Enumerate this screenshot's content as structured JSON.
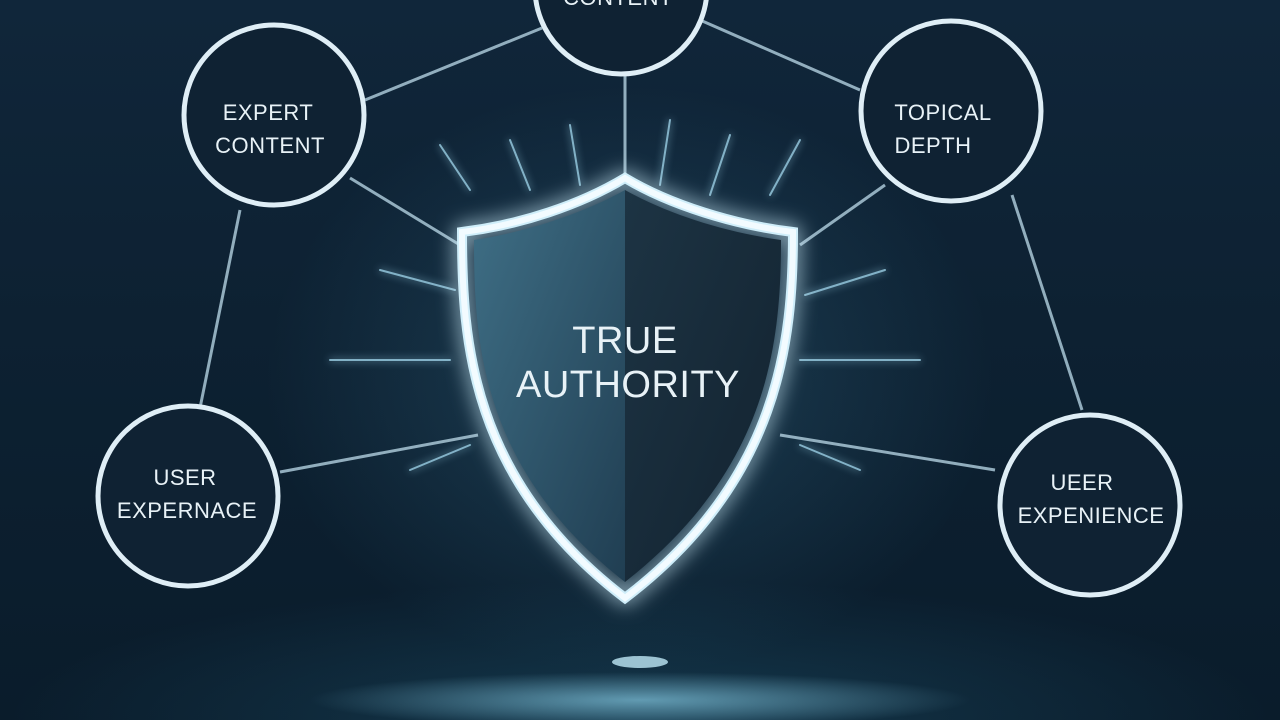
{
  "center": {
    "title_line1": "TRUE",
    "title_line2": "AUTHORITY"
  },
  "nodes": {
    "top": {
      "line1": "CONTENT"
    },
    "expert_content": {
      "line1": "EXPERT",
      "line2": "CONTENT"
    },
    "topical_depth": {
      "line1": "TOPICAL",
      "line2": "DEPTH"
    },
    "user_experience_left": {
      "line1": "USER",
      "line2": "EXPERNACE"
    },
    "user_experience_right": {
      "line1": "UEER",
      "line2": "EXPENIENCE"
    }
  },
  "colors": {
    "background": "#0b1a28",
    "accent_glow": "#9fd4ea",
    "stroke": "#dfeef6"
  }
}
